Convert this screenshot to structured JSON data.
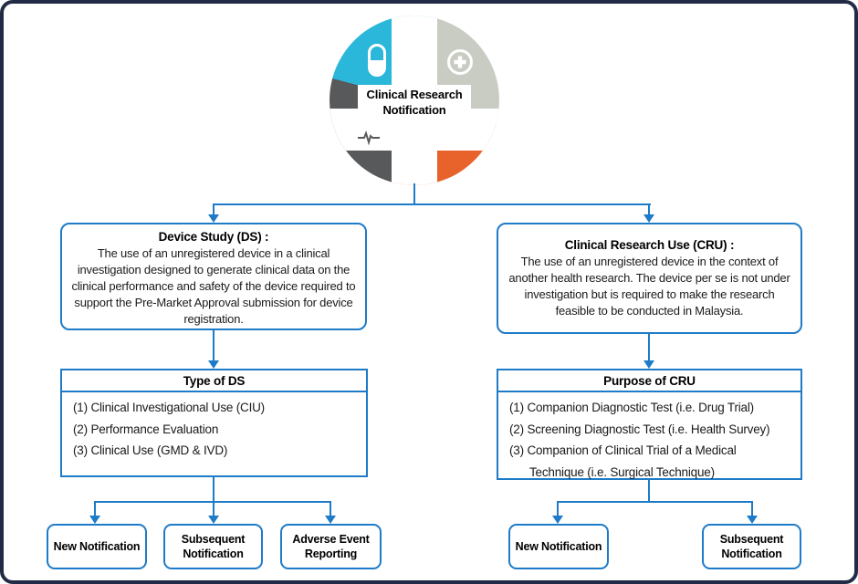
{
  "colors": {
    "connector_blue": "#1E7BC8",
    "frame_navy": "#222B45",
    "circle_cyan": "#2BB7D9",
    "circle_light_gray": "#C9CCC3",
    "circle_dark_gray": "#58595B",
    "circle_orange": "#E8632C"
  },
  "center": {
    "title_line1": "Clinical Research",
    "title_line2": "Notification",
    "icons": {
      "top_left": "pill-icon",
      "top_right": "medical-cross-icon",
      "bottom_left": "heart-pulse-icon",
      "bottom_right": "thermometer-icon"
    }
  },
  "ds": {
    "title": "Device Study (DS) :",
    "description": "The use of an unregistered device in a clinical investigation designed to generate clinical data on the clinical performance and safety of the device required to support the Pre-Market Approval submission for device registration.",
    "list_header": "Type of DS",
    "list_items": [
      "(1) Clinical Investigational Use (CIU)",
      "(2) Performance Evaluation",
      "(3) Clinical Use (GMD & IVD)"
    ],
    "leaves": [
      "New Notification",
      "Subsequent Notification",
      "Adverse Event Reporting"
    ]
  },
  "cru": {
    "title": "Clinical Research Use (CRU) :",
    "description": "The use of an unregistered device in the context of another health research. The device per se is not under investigation but is required to make the research feasible to be conducted in Malaysia.",
    "list_header": "Purpose of CRU",
    "list_items": [
      "(1) Companion Diagnostic Test (i.e. Drug Trial)",
      "(2) Screening Diagnostic Test (i.e. Health Survey)",
      "(3) Companion of Clinical Trial of a Medical Technique (i.e. Surgical Technique)"
    ],
    "leaves": [
      "New Notification",
      "Subsequent Notification"
    ]
  }
}
